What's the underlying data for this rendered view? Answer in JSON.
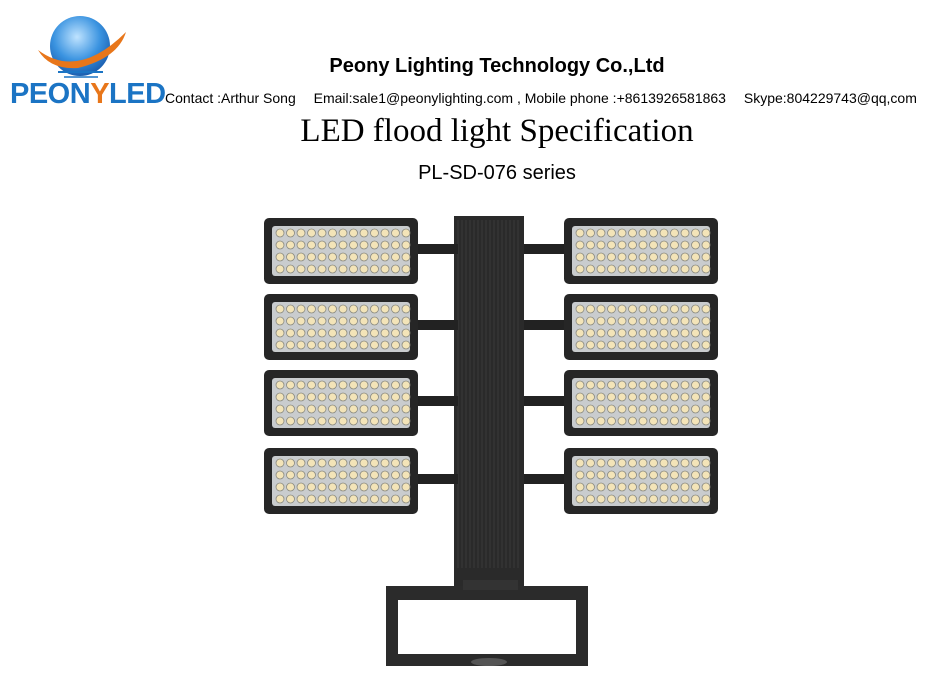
{
  "header": {
    "logo": {
      "brand_text_part1": "PEON",
      "brand_text_part2": "Y",
      "brand_text_part3": "LED",
      "colors": {
        "blue": "#1b74c4",
        "orange": "#e8761a"
      }
    },
    "company_name": "Peony Lighting Technology Co.,Ltd",
    "contact": {
      "contact_person": "Contact :Arthur Song",
      "email": "Email:sale1@peonylighting.com , Mobile phone :+8613926581863",
      "skype": "Skype:804229743@qq,com"
    }
  },
  "document": {
    "title": "LED flood light Specification",
    "series": "PL-SD-076 series"
  },
  "product_image": {
    "icon": "led-flood-light-product-image",
    "module_count": 8
  }
}
